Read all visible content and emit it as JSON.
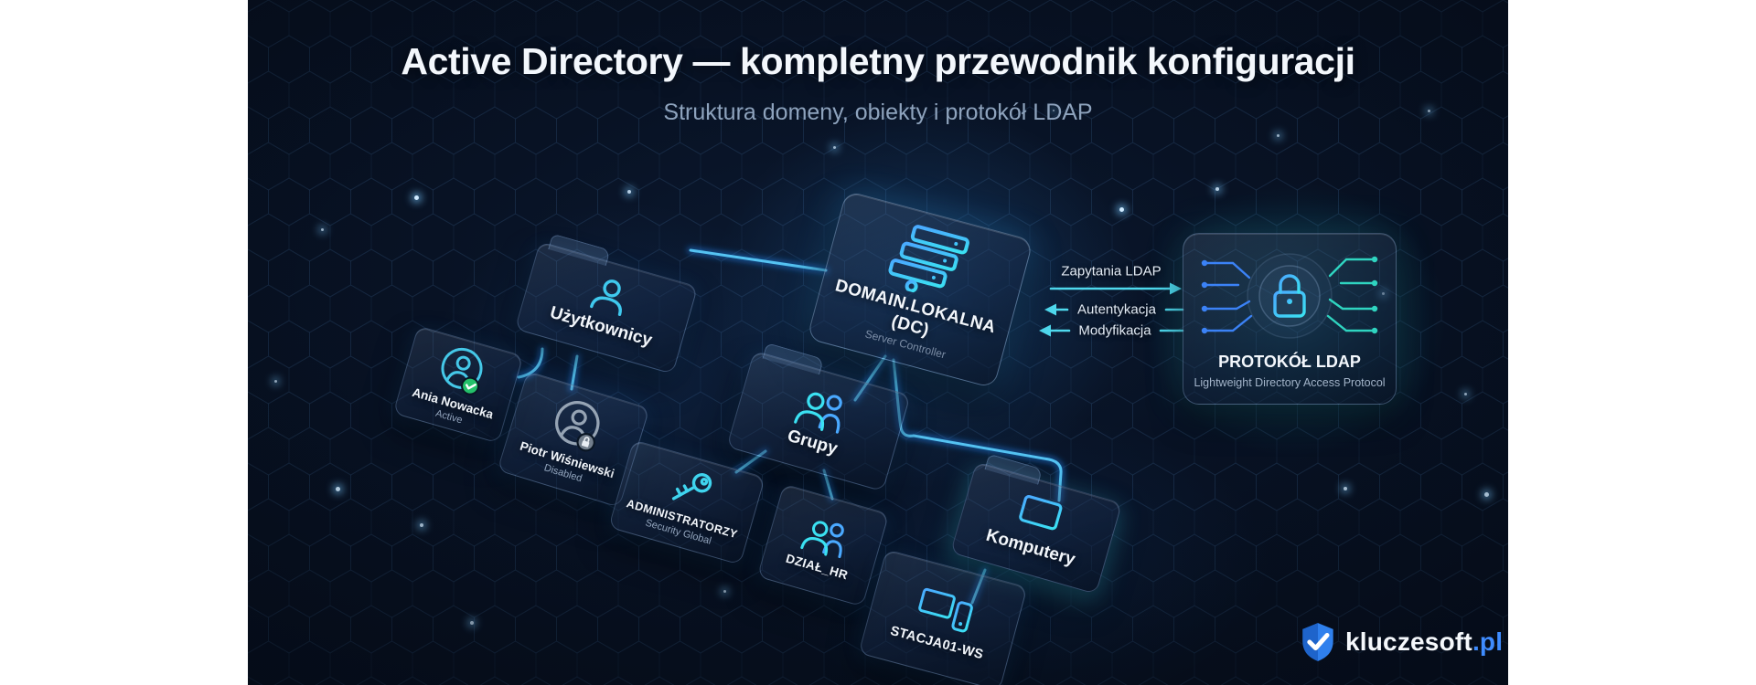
{
  "header": {
    "title": "Active Directory — kompletny przewodnik konfiguracji",
    "subtitle": "Struktura domeny, obiekty i protokół LDAP"
  },
  "diagram": {
    "dc": {
      "label": "DOMAIN.LOKALNA (DC)",
      "sublabel": "Server Controller"
    },
    "ldap": {
      "label": "PROTOKÓŁ LDAP",
      "sublabel": "Lightweight Directory Access Protocol"
    },
    "folders": {
      "users": {
        "label": "Użytkownicy"
      },
      "groups": {
        "label": "Grupy"
      },
      "computers": {
        "label": "Komputery"
      }
    },
    "users": {
      "ania": {
        "name": "Ania Nowacka",
        "status": "Active"
      },
      "piotr": {
        "name": "Piotr Wiśniewski",
        "status": "Disabled"
      }
    },
    "groups": {
      "admins": {
        "name": "ADMINISTRATORZY",
        "scope": "Security Global"
      },
      "hr": {
        "name": "DZIAŁ_HR"
      }
    },
    "computers": {
      "ws1": {
        "name": "STACJA01-WS"
      }
    },
    "ldap_arrows": [
      {
        "label": "Zapytania LDAP",
        "direction": "right"
      },
      {
        "label": "Autentykacja",
        "direction": "left"
      },
      {
        "label": "Modyfikacja",
        "direction": "left"
      }
    ]
  },
  "logo": {
    "brand": "kluczesoft",
    "tld": ".pl"
  },
  "colors": {
    "outer_background": "#ffffff",
    "canvas_background": "#081224",
    "accent_blue": "#2f7fe8",
    "accent_cyan": "#45d6ee",
    "status_active_green": "#24c06a",
    "disabled_gray": "#96a4b4",
    "logo_blue": "#2f80ed"
  }
}
